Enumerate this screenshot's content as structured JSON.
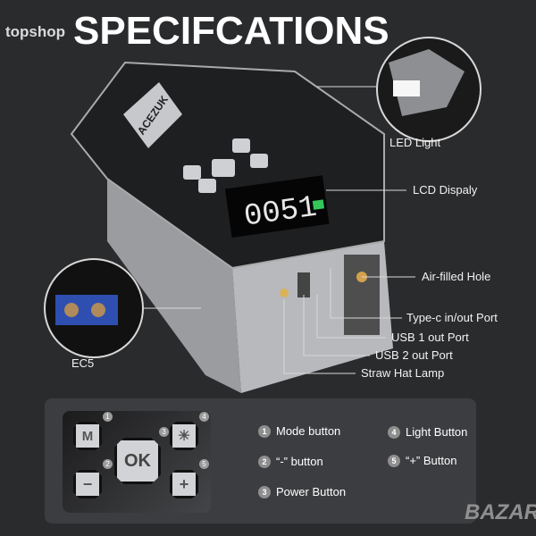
{
  "title": "SPECIFCATIONS",
  "watermarks": {
    "top": "topshop",
    "bottom": "BAZAR"
  },
  "device": {
    "brand": "ACEZUK",
    "display": "0051"
  },
  "callouts": {
    "led": "LED Light",
    "lcd": "LCD Dispaly",
    "air": "Air-filled Hole",
    "typec": "Type-c in/out Port",
    "usb1": "USB 1 out Port",
    "usb2": "USB 2 out Port",
    "lamp": "Straw Hat Lamp",
    "ec5": "EC5"
  },
  "keypad": {
    "m": "M",
    "ok": "OK",
    "minus": "−",
    "plus": "+",
    "light": "☀"
  },
  "legend": [
    {
      "num": "1",
      "label": "Mode button"
    },
    {
      "num": "2",
      "label": "“-” button"
    },
    {
      "num": "3",
      "label": "Power Button"
    },
    {
      "num": "4",
      "label": "Light Button"
    },
    {
      "num": "5",
      "label": "“+” Button"
    }
  ]
}
